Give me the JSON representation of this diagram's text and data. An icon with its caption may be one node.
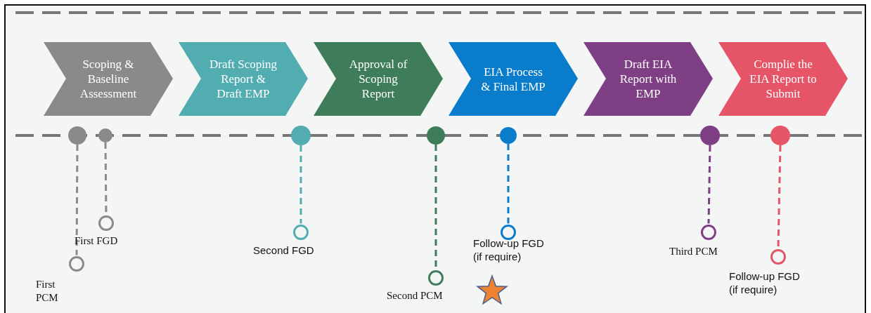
{
  "diagram": {
    "nodes": [
      {
        "text": [
          "Scoping & Baseline Assessment"
        ]
      },
      {
        "text": [
          "Draft Scoping Report & Draft EMP"
        ]
      },
      {
        "text": [
          "Approval of Scoping Report"
        ]
      },
      {
        "text": [
          "EIA Process & Final EMP"
        ]
      },
      {
        "text": [
          "Draft EIA Report with EMP"
        ]
      },
      {
        "text": [
          "Complie the EIA Report to Submit"
        ]
      },
      {
        "text": [],
        "shape": "circle"
      },
      {
        "text": [],
        "shape": "circle"
      },
      {
        "text": [],
        "shape": "circle"
      },
      {
        "text": [],
        "shape": "circle"
      },
      {
        "text": [],
        "shape": "circle"
      },
      {
        "text": [],
        "shape": "circle"
      },
      {
        "text": [],
        "shape": "circle"
      },
      {
        "text": [],
        "shape": "circle",
        "beside": [
          "First PCM"
        ]
      },
      {
        "text": [],
        "shape": "circle",
        "beside": [
          "First FGD"
        ]
      },
      {
        "text": [],
        "shape": "circle",
        "beside": [
          "Second FGD"
        ]
      },
      {
        "text": [],
        "shape": "circle",
        "beside": [
          "Second PCM"
        ]
      },
      {
        "text": [],
        "shape": "circle",
        "beside": [
          "Follow-up FGD (if require)"
        ]
      },
      {
        "text": [],
        "shape": "circle",
        "beside": [
          "Third PCM"
        ]
      },
      {
        "text": [],
        "shape": "circle",
        "beside": [
          "Follow-up FGD (if require)"
        ]
      }
    ],
    "edges": [
      {
        "from": 6,
        "to": 13,
        "arrow": "none",
        "style": "dashed",
        "color": "#8a8a8a"
      },
      {
        "from": 7,
        "to": 14,
        "arrow": "none",
        "style": "dashed",
        "color": "#8a8a8a"
      },
      {
        "from": 8,
        "to": 15,
        "arrow": "none",
        "style": "dashed",
        "color": "#52adb1"
      },
      {
        "from": 9,
        "to": 16,
        "arrow": "none",
        "style": "dashed",
        "color": "#3f7c5a"
      },
      {
        "from": 10,
        "to": 17,
        "arrow": "none",
        "style": "dashed",
        "color": "#0a7ccc"
      },
      {
        "from": 11,
        "to": 18,
        "arrow": "none",
        "style": "dashed",
        "color": "#7f3f84"
      },
      {
        "from": 12,
        "to": 19,
        "arrow": "none",
        "style": "dashed",
        "color": "#e65467"
      }
    ]
  }
}
